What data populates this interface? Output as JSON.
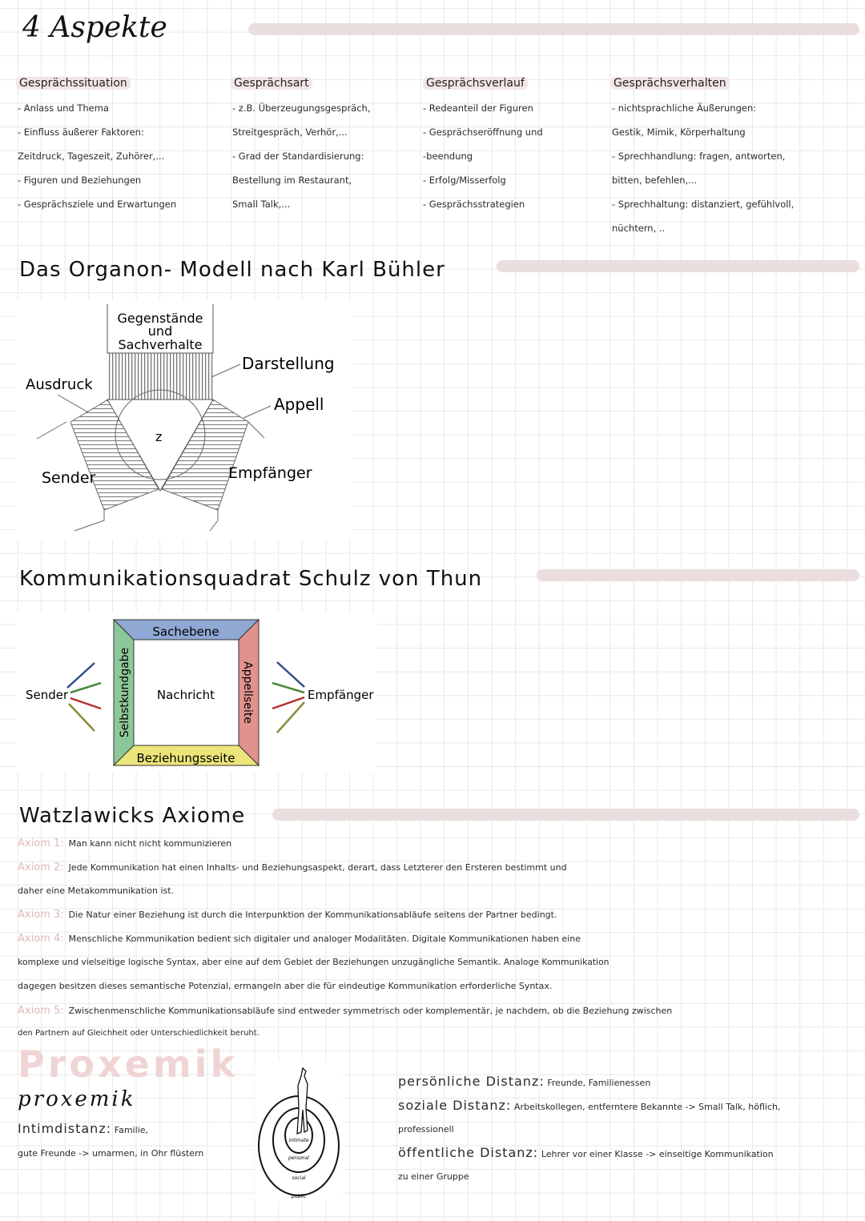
{
  "aspekte": {
    "title": "4 Aspekte",
    "columns": [
      {
        "heading": "Gesprächssituation",
        "lines": [
          "- Anlass und Thema",
          "- Einfluss äußerer Faktoren:",
          "Zeitdruck, Tageszeit, Zuhörer,...",
          "- Figuren und Beziehungen",
          "- Gesprächsziele und Erwartungen"
        ]
      },
      {
        "heading": "Gesprächsart",
        "lines": [
          "- z.B. Überzeugungsgespräch,",
          "Streitgespräch, Verhör,...",
          "- Grad der Standardisierung:",
          "Bestellung im Restaurant,",
          "Small Talk,..."
        ]
      },
      {
        "heading": "Gesprächsverlauf",
        "lines": [
          "- Redeanteil der Figuren",
          "- Gesprächseröffnung und",
          "-beendung",
          "- Erfolg/Misserfolg",
          "- Gesprächsstrategien"
        ]
      },
      {
        "heading": "Gesprächsverhalten",
        "lines": [
          "- nichtsprachliche Äußerungen:",
          "Gestik, Mimik, Körperhaltung",
          "- Sprechhandlung: fragen, antworten,",
          "bitten, befehlen,...",
          "- Sprechhaltung: distanziert, gefühlvoll,",
          "nüchtern, .."
        ]
      }
    ]
  },
  "organon": {
    "title": "Das Organon- Modell nach Karl Bühler",
    "labels": {
      "gegenstaende": "Gegenstände",
      "und": "und",
      "sachverhalte": "Sachverhalte",
      "darstellung": "Darstellung",
      "ausdruck": "Ausdruck",
      "appell": "Appell",
      "z": "z",
      "sender": "Sender",
      "empfaenger": "Empfänger"
    }
  },
  "quadrat": {
    "title": "Kommunikationsquadrat Schulz von Thun",
    "labels": {
      "sachebene": "Sachebene",
      "selbstkundgabe": "Selbstkundgabe",
      "appellseite": "Appellseite",
      "beziehungsseite": "Beziehungsseite",
      "nachricht": "Nachricht",
      "sender": "Sender",
      "empfaenger": "Empfänger"
    },
    "colors": {
      "sachebene": "#8fa8d4",
      "selbstkundgabe": "#8cc79a",
      "appellseite": "#e0928c",
      "beziehungsseite": "#ece67a"
    }
  },
  "watzlawick": {
    "title": "Watzlawicks Axiome",
    "lines": [
      {
        "label": "Axiom 1:",
        "text": "Man kann nicht nicht kommunizieren"
      },
      {
        "label": "Axiom 2:",
        "text": "Jede Kommunikation hat einen Inhalts- und Beziehungsaspekt, derart, dass Letzterer den Ersteren bestimmt und"
      },
      {
        "label": "",
        "text": "daher eine Metakommunikation ist."
      },
      {
        "label": "Axiom 3:",
        "text": "Die Natur einer Beziehung ist durch die Interpunktion der Kommunikationsabläufe seitens der Partner bedingt."
      },
      {
        "label": "Axiom 4:",
        "text": "Menschliche Kommunikation bedient sich digitaler und analoger Modalitäten. Digitale Kommunikationen haben eine"
      },
      {
        "label": "",
        "text": "komplexe und vielseitige logische Syntax, aber eine auf dem Gebiet der Beziehungen unzugängliche Semantik. Analoge Kommunikation"
      },
      {
        "label": "",
        "text": "dagegen besitzen dieses semantische Potenzial, ermangeln aber die für eindeutige Kommunikation erforderliche Syntax."
      },
      {
        "label": "Axiom 5:",
        "text": "Zwischenmenschliche Kommunikationsabläufe sind entweder symmetrisch oder komplementär, je nachdem, ob die Beziehung zwischen"
      },
      {
        "label": "",
        "text": "den Partnern auf Gleichheit oder Unterschiedlichkeit beruht."
      }
    ]
  },
  "proxemik": {
    "title": "Proxemik",
    "title_script": "proxemik",
    "circle_labels": {
      "intimate": "intimate",
      "personal": "personal",
      "social": "social",
      "public": "public"
    },
    "intim": {
      "label": "Intimdistanz:",
      "text1": "Familie,",
      "text2": "gute Freunde -> umarmen, in Ohr flüstern"
    },
    "persoenlich": {
      "label": "persönliche Distanz:",
      "text": "Freunde, Familienessen"
    },
    "sozial": {
      "label": "soziale Distanz:",
      "text": "Arbeitskollegen, entferntere Bekannte -> Small Talk, höflich,",
      "text2": "professionell"
    },
    "oeffentlich": {
      "label": "öffentliche Distanz:",
      "text": "Lehrer vor einer Klasse -> einseitige Kommunikation",
      "text2": "zu einer Gruppe"
    }
  }
}
